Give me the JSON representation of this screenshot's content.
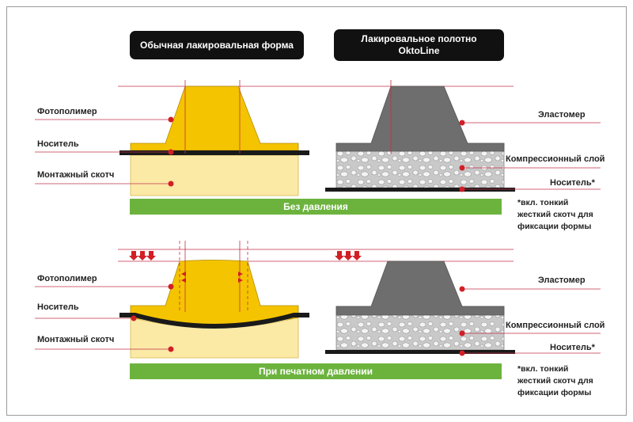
{
  "headers": {
    "left": "Обычная лакировальная форма",
    "right_line1": "Лакировальное полотно",
    "right_line2": "OktoLine"
  },
  "top_section": {
    "left_labels": [
      "Фотополимер",
      "Носитель",
      "Монтажный скотч"
    ],
    "right_labels": [
      "Эластомер",
      "Компрессионный слой",
      "Носитель*"
    ],
    "note": [
      "*вкл. тонкий",
      "жесткий скотч для",
      "фиксации формы"
    ],
    "band": "Без давления"
  },
  "bottom_section": {
    "left_labels": [
      "Фотополимер",
      "Носитель",
      "Монтажный скотч"
    ],
    "right_labels": [
      "Эластомер",
      "Компрессионный слой",
      "Носитель*"
    ],
    "note": [
      "*вкл. тонкий",
      "жесткий скотч для",
      "фиксации формы"
    ],
    "band": "При печатном давлении"
  },
  "colors": {
    "photopolymer": "#f5c400",
    "tape": "#fbe9a6",
    "elastomer": "#6e6e6e",
    "compression": "#c9c9c9",
    "carrier": "#1a1a1a",
    "band": "#6cb33e",
    "guide_line": "#c0304a",
    "marker": "#d11f26"
  }
}
